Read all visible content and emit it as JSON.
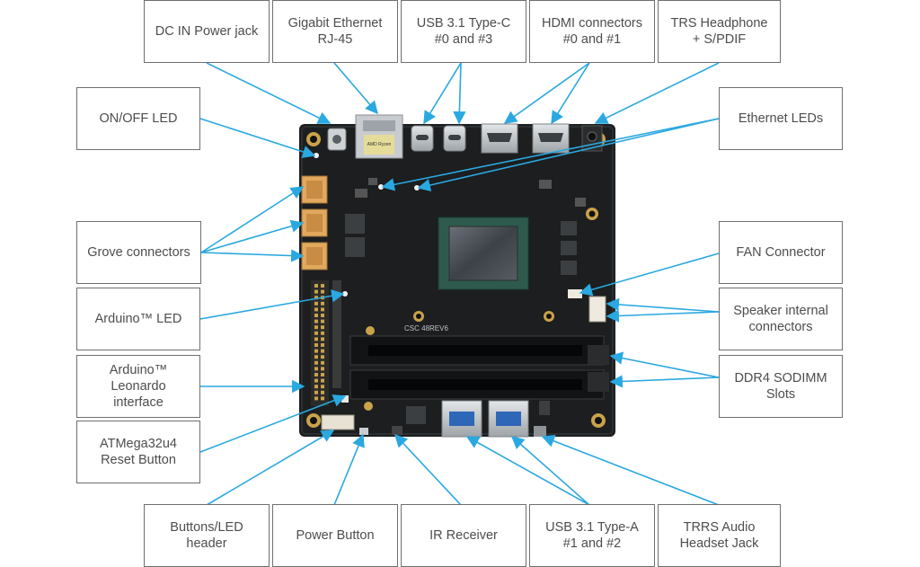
{
  "colors": {
    "arrow": "#2aa8e0",
    "border": "#6f6f6f",
    "text": "#4d4d4d",
    "pcb": "#1c1e1f"
  },
  "labels": {
    "dc_in": "DC IN Power jack",
    "ethernet": "Gigabit Ethernet\nRJ-45",
    "usb_c": "USB 3.1 Type-C\n#0 and #3",
    "hdmi": "HDMI connectors\n#0 and #1",
    "trs": "TRS Headphone\n+ S/PDIF",
    "onoff_led": "ON/OFF LED",
    "ethernet_leds": "Ethernet LEDs",
    "grove": "Grove connectors",
    "fan": "FAN Connector",
    "arduino_led": "Arduino™ LED",
    "speaker": "Speaker internal\nconnectors",
    "leonardo": "Arduino™ Leonardo\ninterface",
    "ddr4": "DDR4 SODIMM\nSlots",
    "atmega": "ATMega32u4\nReset Button",
    "buttons_led": "Buttons/LED\nheader",
    "power_button": "Power Button",
    "ir": "IR Receiver",
    "usb_a": "USB 3.1 Type-A\n#1 and #2",
    "trrs": "TRRS Audio\nHeadset Jack"
  },
  "board": {
    "chip_logo": "AMD Ryzen",
    "silkscreen": "CSC 48REV6"
  }
}
